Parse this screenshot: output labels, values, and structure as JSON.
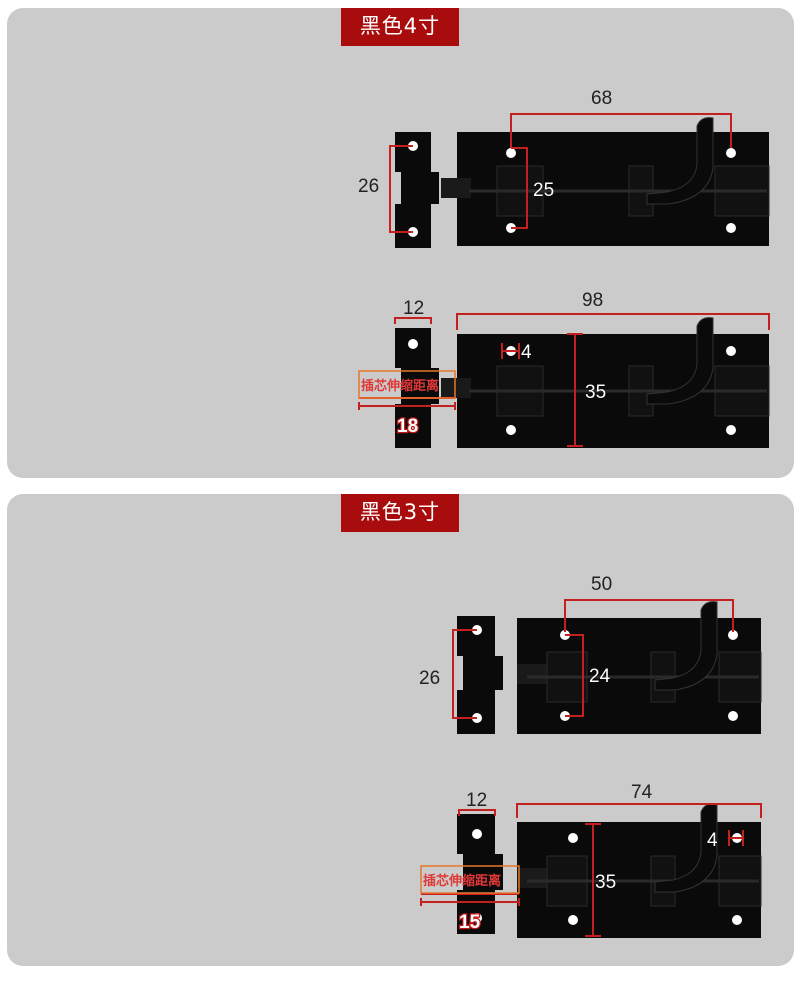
{
  "colors": {
    "panel_bg": "#cbcbcb",
    "title_bg": "#a80c0c",
    "hardware": "#0a0a0a",
    "dimension_line": "#c42020",
    "stroke_label": "#e8762b"
  },
  "section_4in": {
    "title": "黑色4寸",
    "top_view": {
      "width_label": "68",
      "keeper_height_label": "26",
      "bolt_height_label": "25"
    },
    "bottom_view": {
      "keeper_width_label": "12",
      "total_length_label": "98",
      "hole_label": "4",
      "height_label": "35",
      "stroke_caption": "插芯伸缩距离",
      "stroke_label": "18"
    }
  },
  "section_3in": {
    "title": "黑色3寸",
    "top_view": {
      "width_label": "50",
      "keeper_height_label": "26",
      "bolt_height_label": "24"
    },
    "bottom_view": {
      "keeper_width_label": "12",
      "total_length_label": "74",
      "hole_label": "4",
      "height_label": "35",
      "stroke_caption": "插芯伸缩距离",
      "stroke_label": "15"
    }
  }
}
